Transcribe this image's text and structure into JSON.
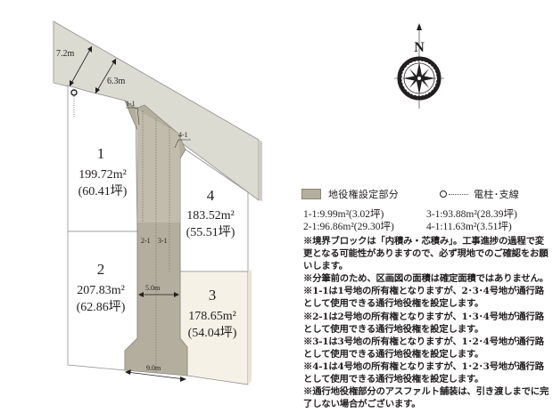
{
  "plan": {
    "road_widths": [
      "7.2m",
      "6.3m"
    ],
    "lots": [
      {
        "number": "1",
        "area_m2": "199.72m²",
        "area_tsubo": "(60.41坪)"
      },
      {
        "number": "2",
        "area_m2": "207.83m²",
        "area_tsubo": "(62.86坪)"
      },
      {
        "number": "3",
        "area_m2": "178.65m²",
        "area_tsubo": "(54.04坪)"
      },
      {
        "number": "4",
        "area_m2": "183.52m²",
        "area_tsubo": "(55.51坪)"
      }
    ],
    "easement_labels": [
      "1-1",
      "2-1",
      "3-1",
      "4-1"
    ],
    "passage_widths": [
      "5.0m",
      "9.0m"
    ],
    "colors": {
      "road": "#dcdbd2",
      "easement": "#b3ae9d",
      "lot_3": "#f5f1e6",
      "lot": "#ffffff",
      "line": "#8f8f8f"
    }
  },
  "compass": {
    "label": "N"
  },
  "legend": {
    "easement_label": "地役権設定部分",
    "pole_label": "電柱･支線"
  },
  "easement_areas": [
    "1-1:9.99m²(3.02坪)",
    "3-1:93.88m²(28.39坪)",
    "2-1:96.86m²(29.30坪)",
    "4-1:11.63m²(3.51坪)"
  ],
  "notes": [
    "※境界ブロックは「内積み・芯積み」。工事進捗の過程で変更となる可能性がありますので、必ず現地でのご確認をお願いします。",
    "※分筆前のため、区画図の面積は確定面積ではありません。",
    "※1-1は1号地の所有権となりますが、2･3･4号地が通行路として使用できる通行地役権を設定します。",
    "※2-1は2号地の所有権となりますが、1･3･4号地が通行路として使用できる通行地役権を設定します。",
    "※3-1は3号地の所有権となりますが、1･2･4号地が通行路として使用できる通行地役権を設定します。",
    "※4-1は4号地の所有権となりますが、1･2･3号地が通行路として使用できる通行地役権を設定します。",
    "※通行地役権部分のアスファルト舗装は、引き渡しまでに完了しない場合がございます。"
  ]
}
